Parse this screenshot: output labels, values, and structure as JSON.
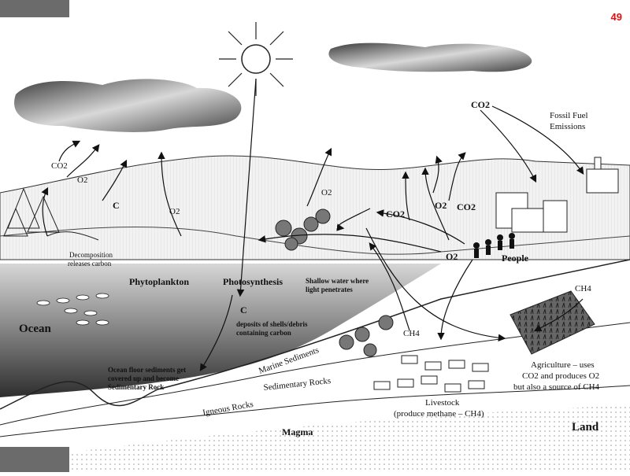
{
  "slide_number": "49",
  "labels": {
    "co2_1": "CO2",
    "o2_1": "O2",
    "c_1": "C",
    "o2_2": "O2",
    "decomposition_1": "Decomposition",
    "decomposition_2": "releases carbon",
    "phytoplankton": "Phytoplankton",
    "photosynthesis": "Photosynthesis",
    "shallow_1": "Shallow water where",
    "shallow_2": "light penetrates",
    "ocean": "Ocean",
    "c_deposit": "C",
    "deposits_1": "deposits of shells/debris",
    "deposits_2": "containing carbon",
    "floor_1": "Ocean floor sediments get",
    "floor_2": "covered up and become",
    "floor_3": "Sedimentary Rock",
    "marine_sediments": "Marine Sediments",
    "sedimentary_rocks": "Sedimentary Rocks",
    "igneous_rocks": "Igneous Rocks",
    "magma": "Magma",
    "o2_3": "O2",
    "co2_2": "CO2",
    "o2_4": "O2",
    "co2_3": "CO2",
    "o2_5": "O2",
    "co2_top": "CO2",
    "fossil_1": "Fossil Fuel",
    "fossil_2": "Emissions",
    "people": "People",
    "ch4_1": "CH4",
    "ch4_2": "CH4",
    "agri_1": "Agriculture – uses",
    "agri_2": "CO2 and produces O2",
    "agri_3": "but also a source of CH4",
    "livestock_1": "Livestock",
    "livestock_2": "(produce methane – CH4)",
    "land": "Land"
  }
}
